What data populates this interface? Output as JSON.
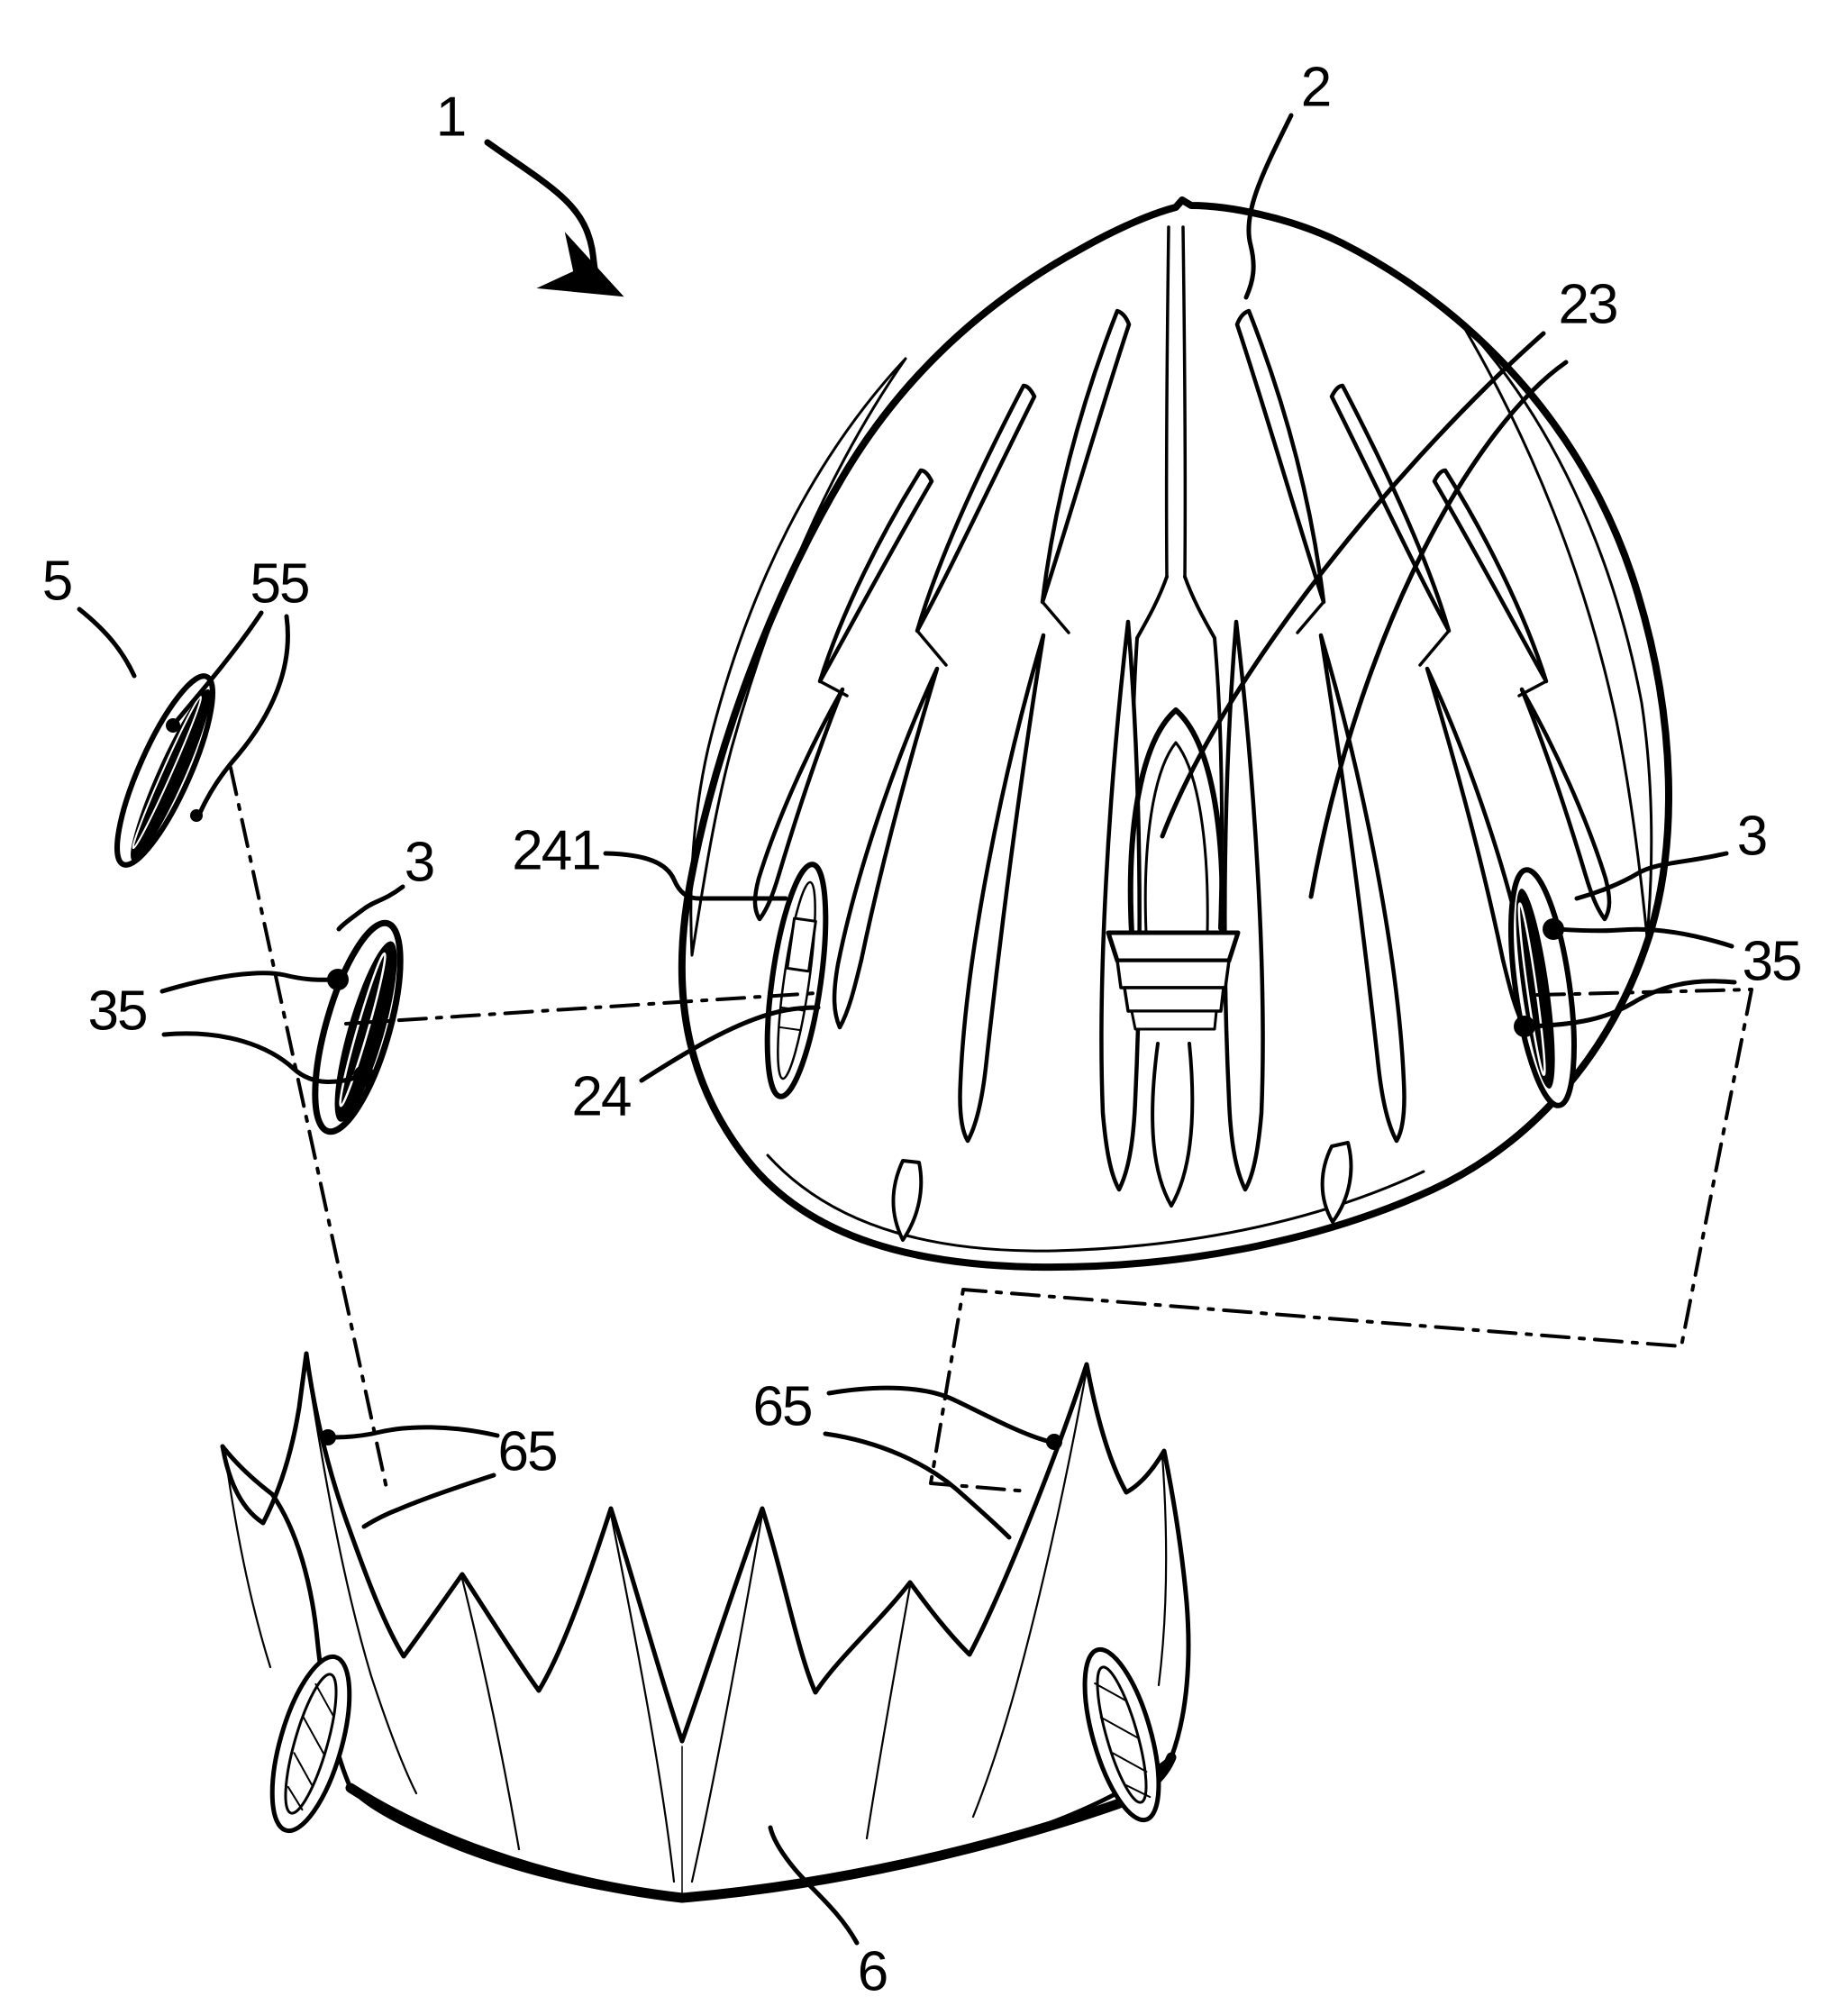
{
  "figure": {
    "background_color": "#ffffff",
    "ink_color": "#000000",
    "labels": [
      {
        "text": "1"
      },
      {
        "text": "2"
      },
      {
        "text": "23"
      },
      {
        "text": "5"
      },
      {
        "text": "55"
      },
      {
        "text": "3"
      },
      {
        "text": "241"
      },
      {
        "text": "35"
      },
      {
        "text": "24"
      },
      {
        "text": "3"
      },
      {
        "text": "35"
      },
      {
        "text": "65"
      },
      {
        "text": "65"
      },
      {
        "text": "6"
      }
    ]
  }
}
